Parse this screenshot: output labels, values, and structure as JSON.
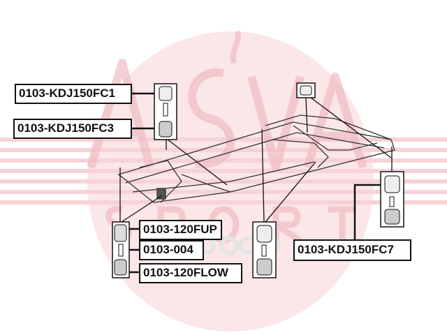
{
  "watermark": {
    "brand": "ASVA",
    "sub": "SPORT",
    "faint": "apecp",
    "color": "#e8a0a8"
  },
  "labels": {
    "fc1": "0103-KDJ150FC1",
    "fc3": "0103-KDJ150FC3",
    "fup": "0103-120FUP",
    "p004": "0103-004",
    "flow": "0103-120FLOW",
    "fc7": "0103-KDJ150FC7"
  }
}
